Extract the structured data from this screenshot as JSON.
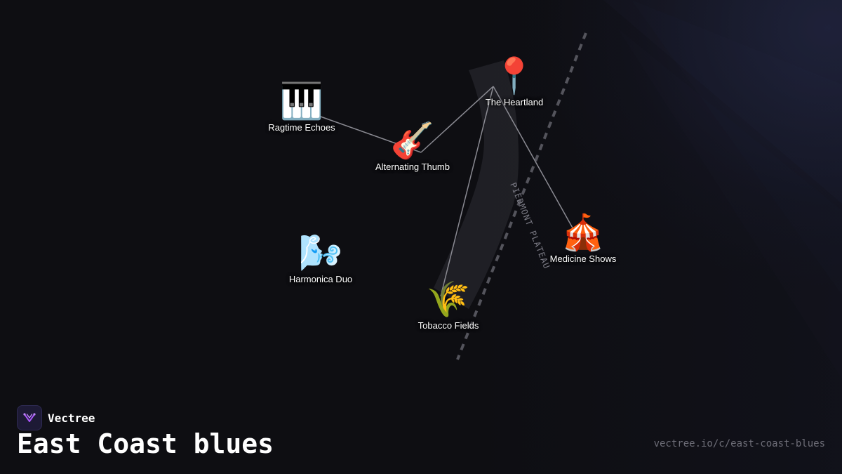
{
  "brand": {
    "name": "Vectree",
    "logo_icon": "vectree-logo-icon",
    "accent": "#a855f7"
  },
  "title": "East Coast blues",
  "url": "vectree.io/c/east-coast-blues",
  "map": {
    "region_label": "PIEDMONT PLATEAU"
  },
  "nodes": [
    {
      "id": "heartland",
      "label": "The Heartland",
      "icon": "📍",
      "icon_name": "pin-icon"
    },
    {
      "id": "ragtime",
      "label": "Ragtime Echoes",
      "icon": "🎹",
      "icon_name": "piano-icon"
    },
    {
      "id": "thumb",
      "label": "Alternating Thumb",
      "icon": "🎸",
      "icon_name": "guitar-icon"
    },
    {
      "id": "medicine",
      "label": "Medicine Shows",
      "icon": "🎪",
      "icon_name": "circus-tent-icon"
    },
    {
      "id": "harmonica",
      "label": "Harmonica Duo",
      "icon": "🌬️",
      "icon_name": "wind-icon"
    },
    {
      "id": "tobacco",
      "label": "Tobacco Fields",
      "icon": "🌾",
      "icon_name": "wheat-icon"
    }
  ],
  "edges": [
    {
      "from": "heartland",
      "to": "thumb"
    },
    {
      "from": "heartland",
      "to": "tobacco"
    },
    {
      "from": "heartland",
      "to": "medicine"
    },
    {
      "from": "thumb",
      "to": "ragtime"
    }
  ]
}
